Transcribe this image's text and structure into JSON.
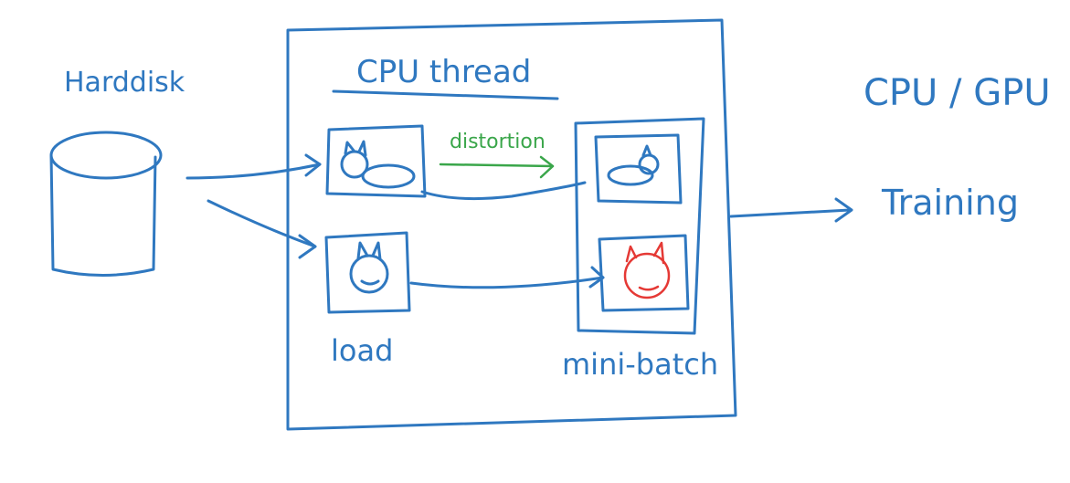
{
  "labels": {
    "harddisk": "Harddisk",
    "cpu_thread": "CPU thread",
    "distortion": "distortion",
    "load": "load",
    "mini_batch": "mini-batch",
    "cpu_gpu": "CPU / GPU",
    "training": "Training"
  },
  "colors": {
    "ink_blue": "#2f78c0",
    "ink_green": "#3aa64a",
    "ink_red": "#e53935",
    "background": "#ffffff"
  }
}
